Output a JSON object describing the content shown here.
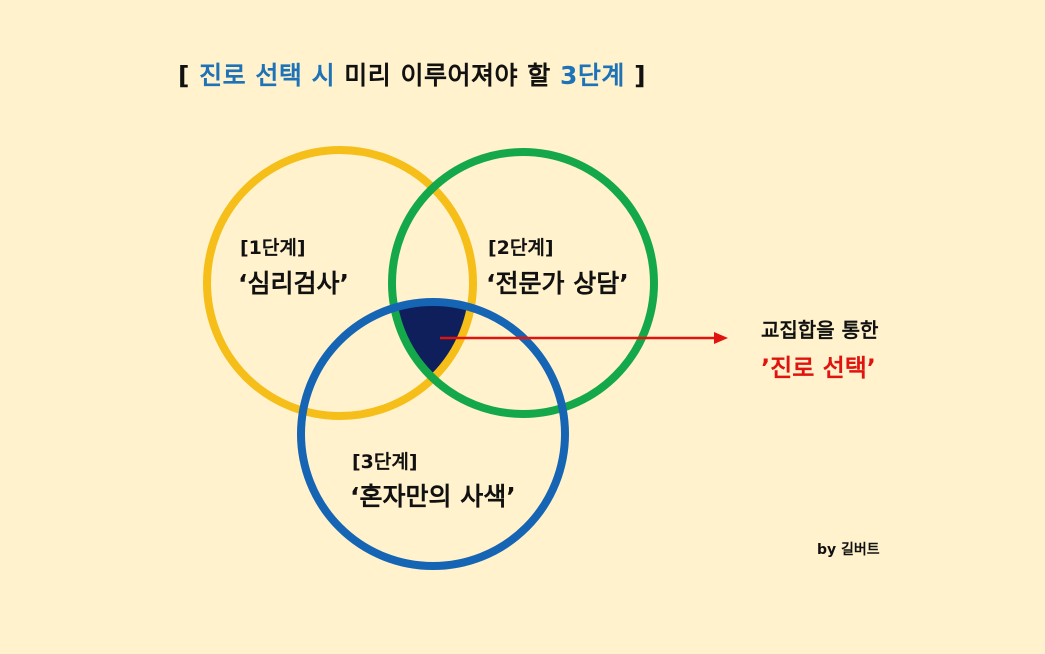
{
  "title": {
    "open": "[",
    "part1": "진로 선택 시",
    "part2": "미리 이루어져야 할",
    "part3": "3단계",
    "close": "]"
  },
  "circles": [
    {
      "stage": "[1단계]",
      "name": "‘심리검사’",
      "color": "#F5BE19"
    },
    {
      "stage": "[2단계]",
      "name": "‘전문가 상담’",
      "color": "#14A84A"
    },
    {
      "stage": "[3단계]",
      "name": "‘혼자만의 사색’",
      "color": "#1565B4"
    }
  ],
  "intersection_color": "#0E1F5C",
  "arrow_color": "#E0130F",
  "note": {
    "line1": "교집합을 통한",
    "line2": "’진로 선택’"
  },
  "credit": "by 길버트"
}
